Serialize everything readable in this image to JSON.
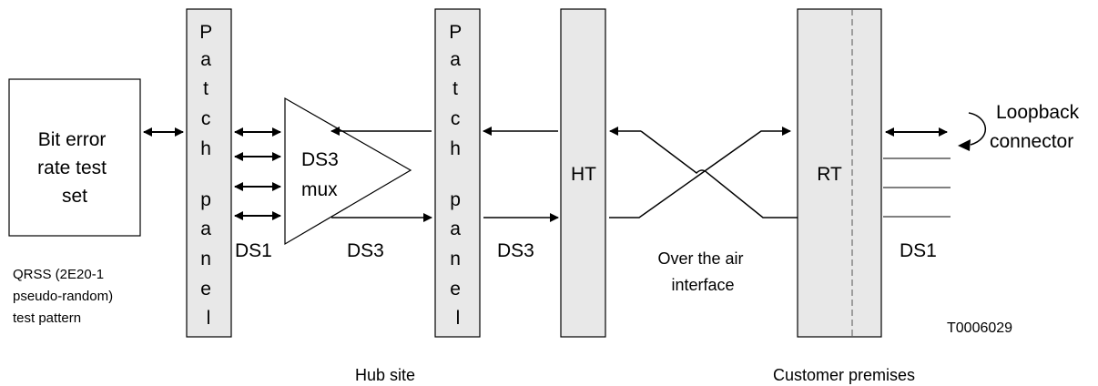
{
  "diagram": {
    "test_set": [
      "Bit error",
      "rate test",
      "set"
    ],
    "test_pattern": [
      "QRSS (2E20-1",
      "pseudo-random)",
      "test pattern"
    ],
    "patch_panel_1": [
      "P",
      "a",
      "t",
      "c",
      "h",
      "",
      "p",
      "a",
      "n",
      "e",
      "l"
    ],
    "patch_panel_2": [
      "P",
      "a",
      "t",
      "c",
      "h",
      "",
      "p",
      "a",
      "n",
      "e",
      "l"
    ],
    "mux": [
      "DS3",
      "mux"
    ],
    "ht": "HT",
    "rt": "RT",
    "ds1_left": "DS1",
    "ds3_mid": "DS3",
    "ds3_right": "DS3",
    "ds1_right": "DS1",
    "over_air": [
      "Over the air",
      "interface"
    ],
    "loopback": [
      "Loopback",
      "connector"
    ],
    "figure_id": "T0006029",
    "hub_site": "Hub site",
    "customer_premises": "Customer premises"
  },
  "colors": {
    "panel_fill": "#e8e8e8",
    "stroke": "#000000"
  }
}
